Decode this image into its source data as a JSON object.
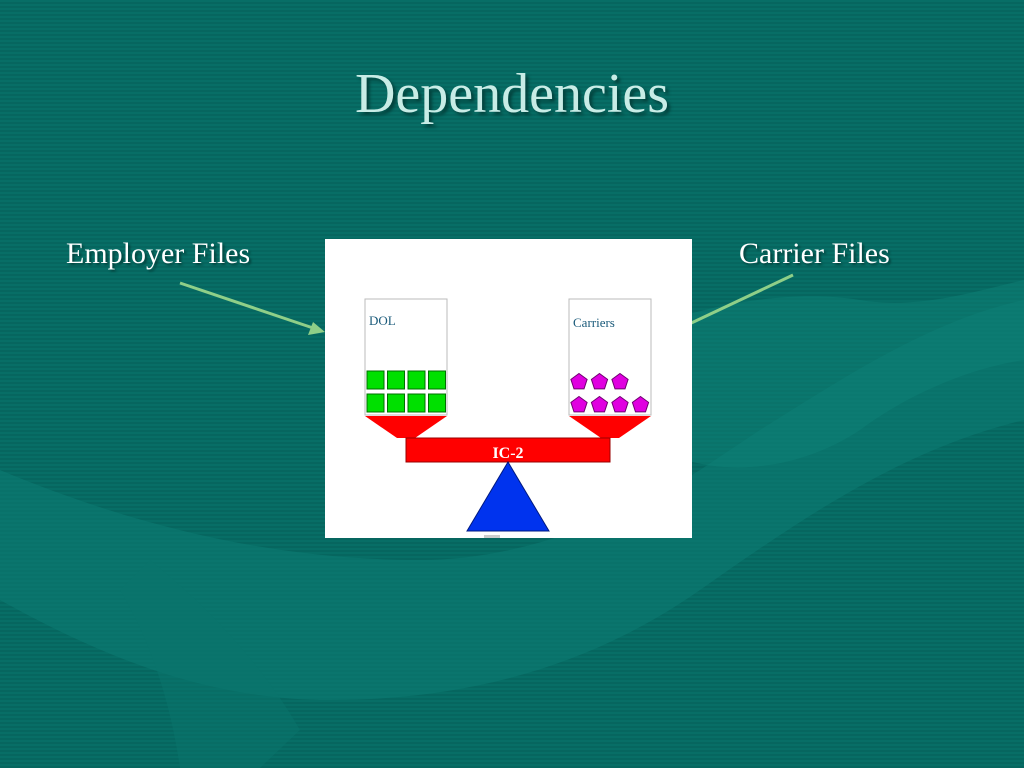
{
  "slide": {
    "title": "Dependencies",
    "left_label": "Employer Files",
    "right_label": "Carrier Files"
  },
  "diagram": {
    "left_bin_label": "DOL",
    "right_bin_label": "Carriers",
    "beam_label": "IC-2",
    "left_item_count": 8,
    "right_item_count": 7
  },
  "colors": {
    "background": "#076e66",
    "title": "#c8ece6",
    "label": "#ffffff",
    "arrow": "#8fcf88",
    "square": "#00e000",
    "pentagon": "#e000e0",
    "beam": "#ff0000",
    "fulcrum": "#0033ee",
    "bin_text": "#1a5a7a"
  }
}
